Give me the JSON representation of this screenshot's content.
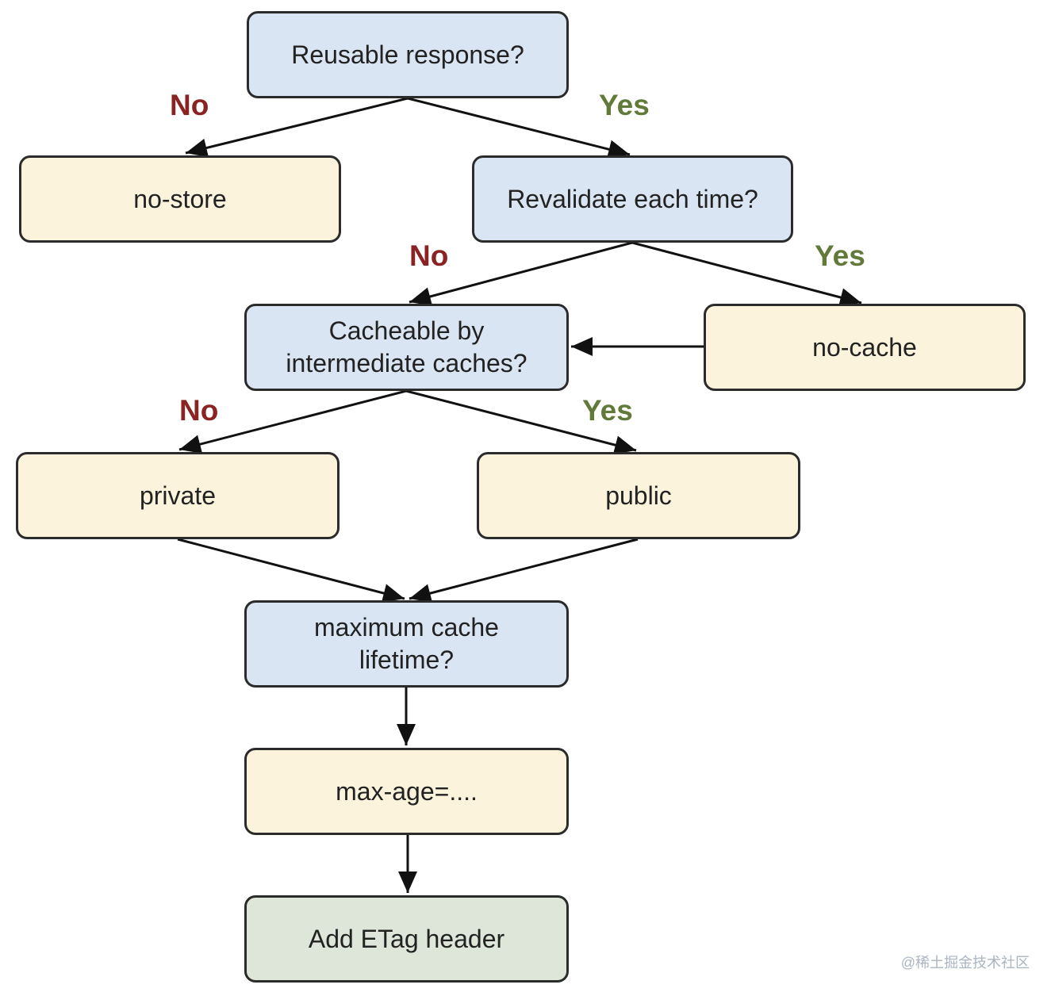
{
  "nodes": {
    "reusable": "Reusable response?",
    "no_store": "no-store",
    "revalidate": "Revalidate each time?",
    "cacheable": "Cacheable by\nintermediate caches?",
    "no_cache": "no-cache",
    "private": "private",
    "public": "public",
    "max_lifetime": "maximum cache\nlifetime?",
    "max_age": "max-age=....",
    "etag": "Add ETag header"
  },
  "branches": {
    "no": "No",
    "yes": "Yes"
  },
  "colors": {
    "question": "#d9e5f3",
    "answer": "#fbf3dc",
    "final": "#dde6d8",
    "no": "#8a2323",
    "yes": "#617a3a"
  },
  "watermark": "@稀土掘金技术社区"
}
